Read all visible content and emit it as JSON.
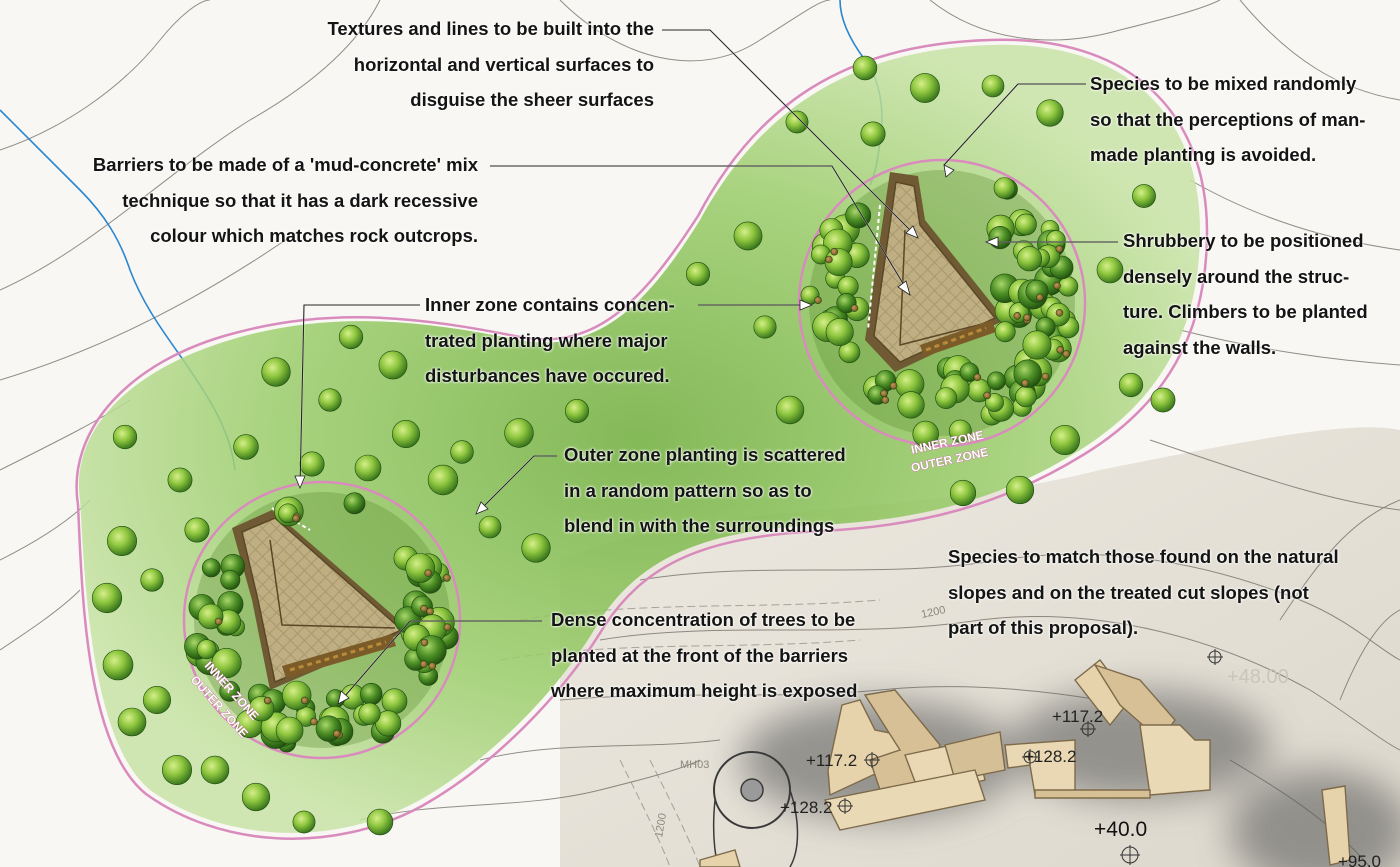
{
  "annotations": {
    "textures": "Textures and lines to be built into the\nhorizontal and vertical surfaces to\ndisguise the sheer surfaces",
    "barriers": "Barriers to be made of a 'mud-concrete' mix\ntechnique so that it has a dark recessive\ncolour which matches rock outcrops.",
    "species_mixed": "Species to be mixed randomly\nso that the perceptions of man-\nmade planting is avoided.",
    "shrubbery": "Shrubbery to be positioned\ndensely around the struc-\nture. Climbers to be planted\nagainst the walls.",
    "inner_zone": "Inner zone contains concen-\ntrated planting where major\ndisturbances have occured.",
    "outer_zone": "Outer zone planting is scattered\nin a random pattern so as to\nblend in with the surroundings",
    "species_match": "Species to match those found on the natural\nslopes and on the treated cut slopes (not\npart of this proposal).",
    "dense_trees": "Dense concentration of trees to be\nplanted at the front of the barriers\nwhere maximum height is exposed"
  },
  "zone_labels": {
    "inner": "INNER ZONE",
    "outer": "OUTER ZONE"
  },
  "spot_levels": {
    "a": "+117.2",
    "b": "+128.2",
    "c": "+117.2",
    "d": "+128.2",
    "e": "+40.0",
    "f": "+48.00",
    "g": "+95.0"
  },
  "map_labels": {
    "contour_1200_a": "1200",
    "contour_1200_b": "1200",
    "manhole": "MH03"
  },
  "colors": {
    "grass": "#a9cf7c",
    "tree_light": "#8ec63f",
    "tree_dark": "#2f6d18",
    "zone_ring": "#d98bbd",
    "barrier_fill": "#c7b48a",
    "building": "#e6d3ac",
    "contour": "#6d6a62",
    "stream": "#2a86d1"
  }
}
